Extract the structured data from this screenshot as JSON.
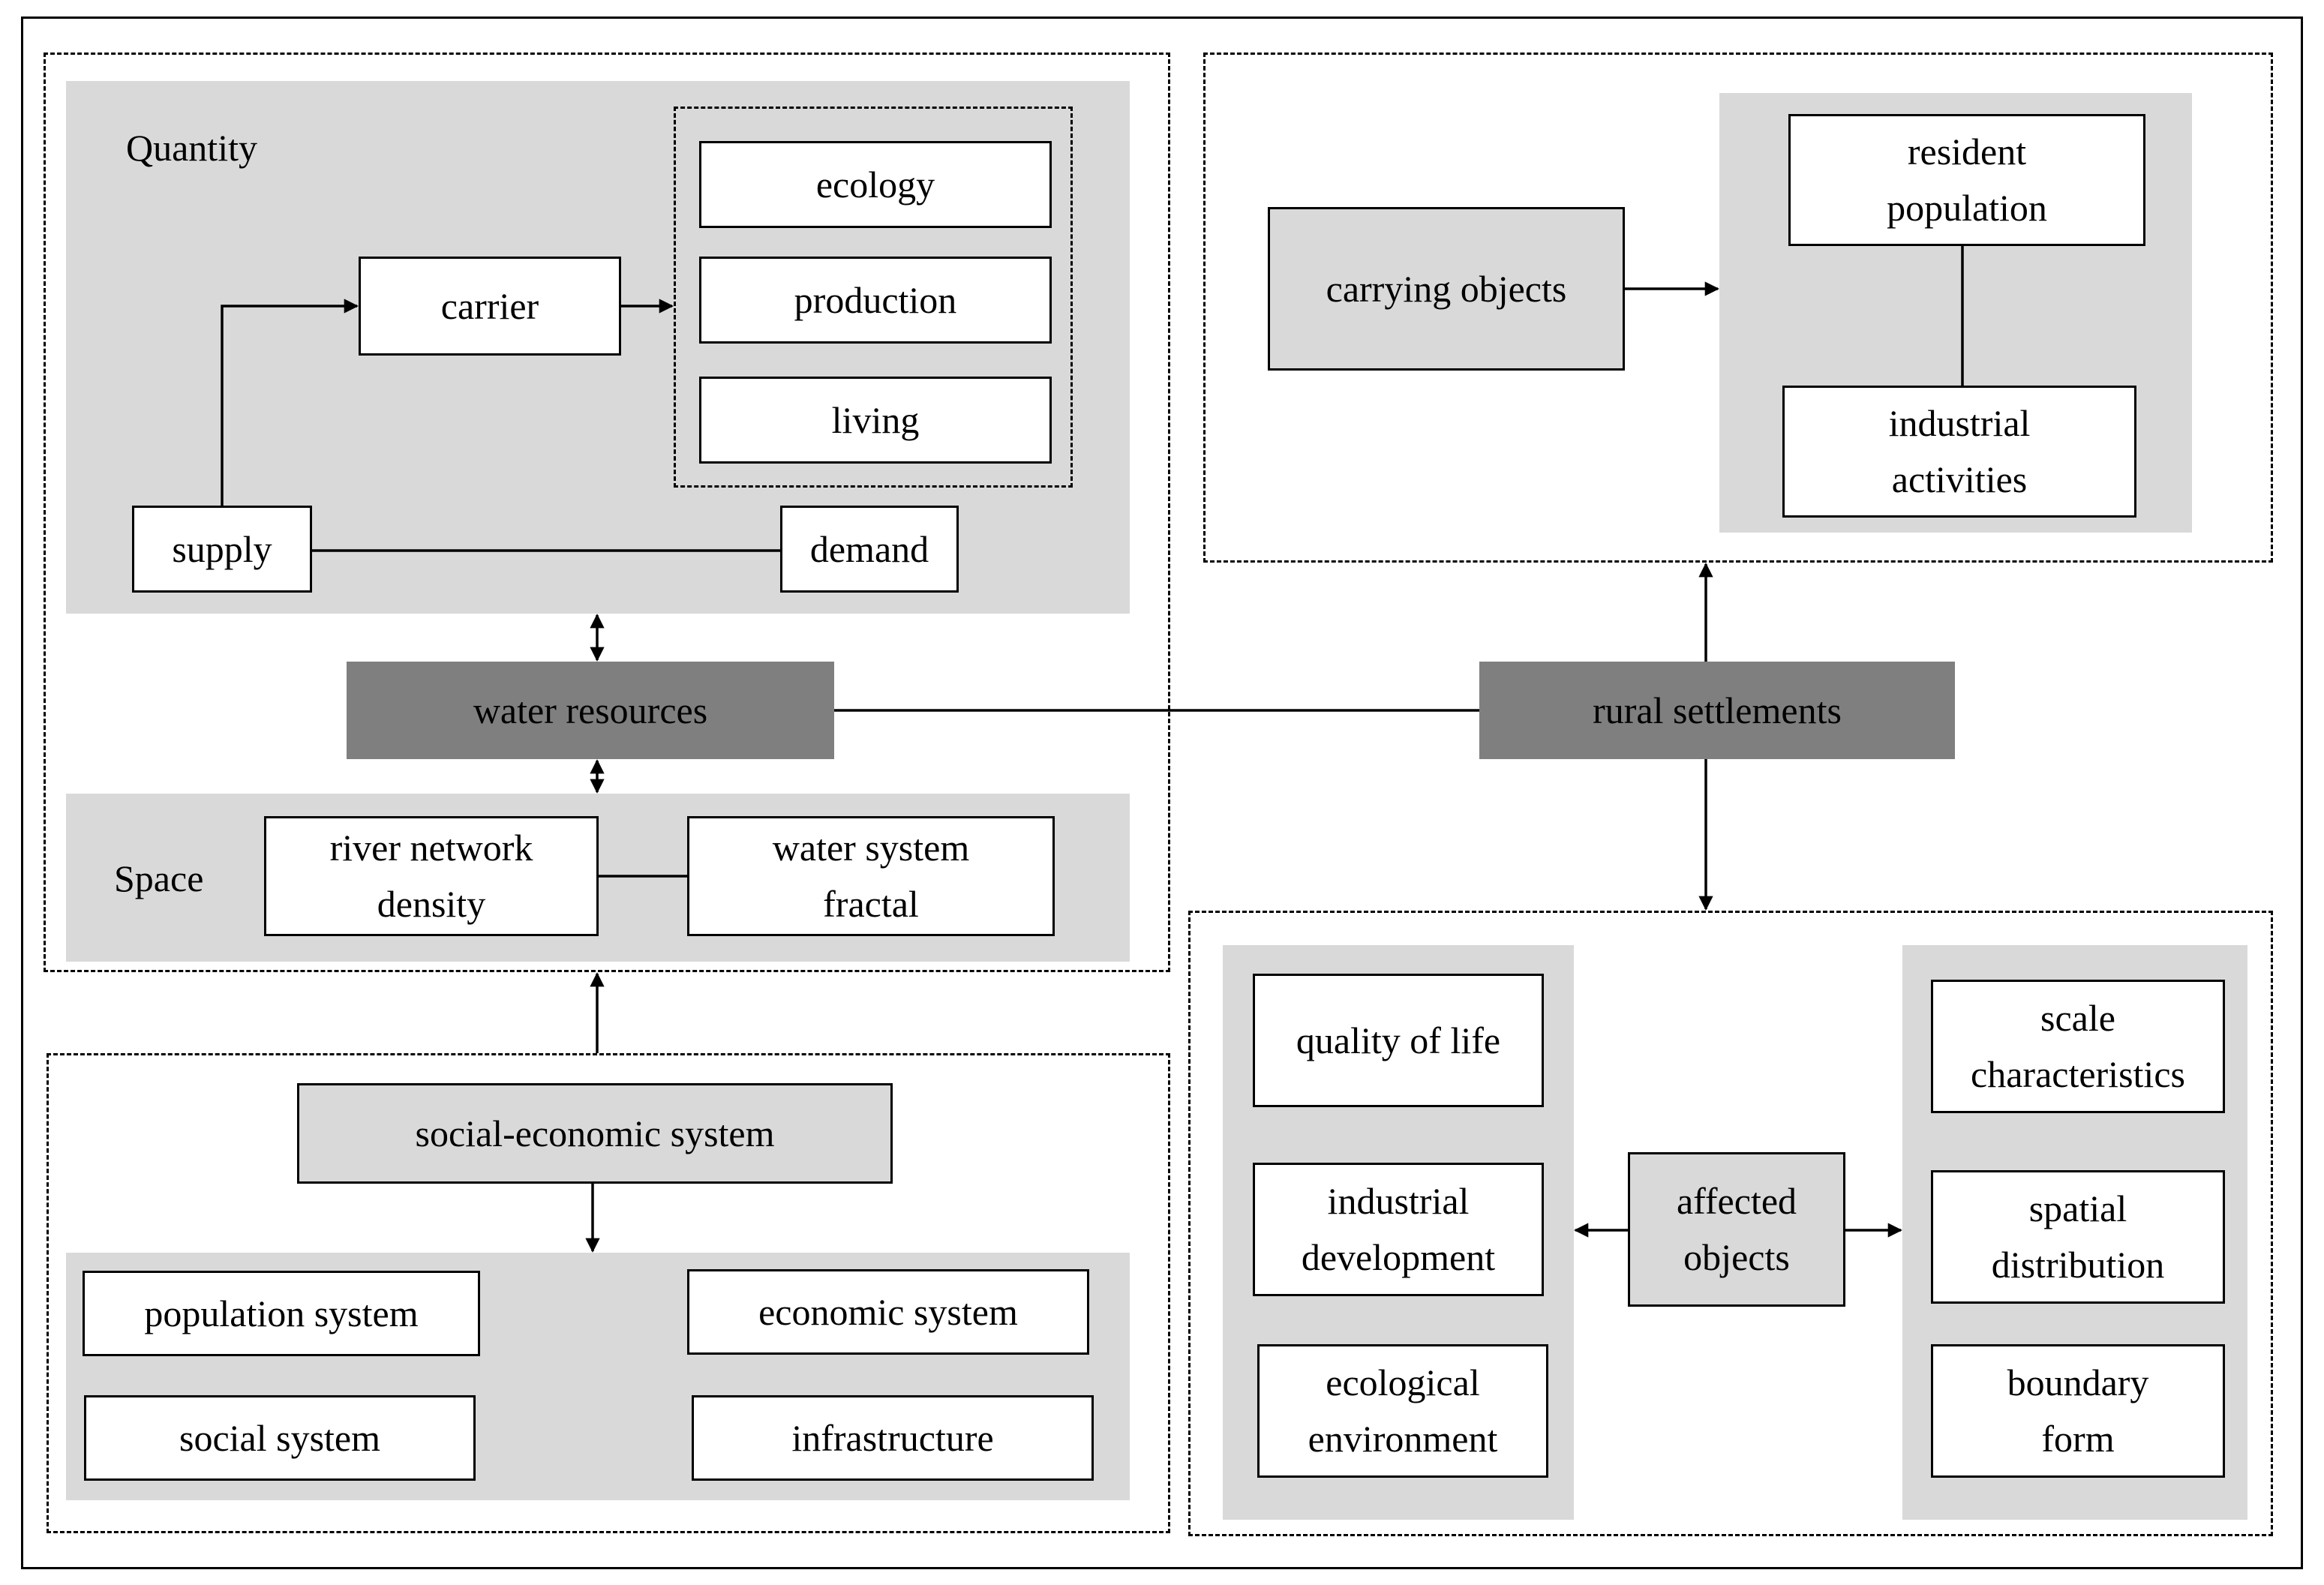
{
  "water": {
    "quantity_label": "Quantity",
    "space_label": "Space",
    "carrier": "carrier",
    "ecology": "ecology",
    "production": "production",
    "living": "living",
    "supply": "supply",
    "demand": "demand",
    "central": "water resources",
    "river_network": "river network\ndensity",
    "water_system": "water system\nfractal"
  },
  "social": {
    "title": "social-economic system",
    "population": "population system",
    "economic": "economic system",
    "social": "social system",
    "infrastructure": "infrastructure"
  },
  "rural": {
    "central": "rural settlements",
    "carrying_objects": "carrying objects",
    "resident_population": "resident\npopulation",
    "industrial_activities": "industrial\nactivities",
    "affected_objects": "affected\nobjects",
    "quality_of_life": "quality of life",
    "industrial_development": "industrial\ndevelopment",
    "ecological_environment": "ecological\nenvironment",
    "scale_characteristics": "scale\ncharacteristics",
    "spatial_distribution": "spatial\ndistribution",
    "boundary_form": "boundary\nform"
  },
  "colors": {
    "panel": "#d9d9d9",
    "dark_box": "#7f7f7f",
    "stroke": "#000000"
  }
}
